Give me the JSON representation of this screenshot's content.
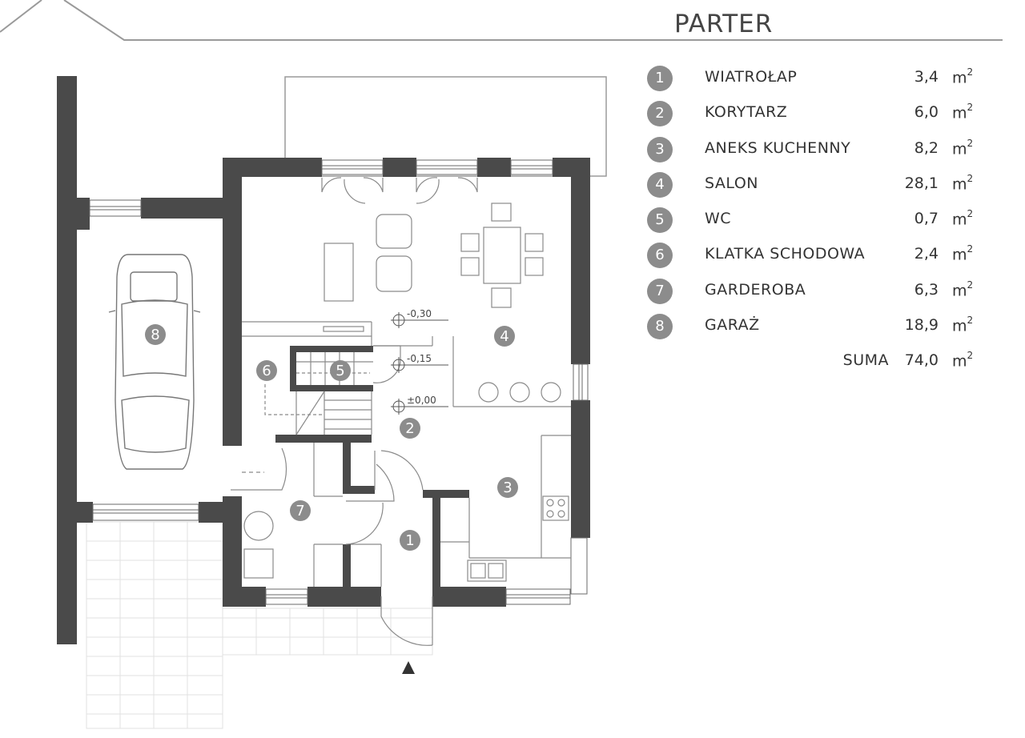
{
  "title": "PARTER",
  "rooms": [
    {
      "num": "1",
      "name": "WIATROŁAP",
      "area": "3,4"
    },
    {
      "num": "2",
      "name": "KORYTARZ",
      "area": "6,0"
    },
    {
      "num": "3",
      "name": "ANEKS KUCHENNY",
      "area": "8,2"
    },
    {
      "num": "4",
      "name": "SALON",
      "area": "28,1"
    },
    {
      "num": "5",
      "name": "WC",
      "area": "0,7"
    },
    {
      "num": "6",
      "name": "KLATKA SCHODOWA",
      "area": "2,4"
    },
    {
      "num": "7",
      "name": "GARDEROBA",
      "area": "6,3"
    },
    {
      "num": "8",
      "name": "GARAŻ",
      "area": "18,9"
    }
  ],
  "unit": "m",
  "unit_exp": "2",
  "sum_label": "SUMA",
  "sum_area": "74,0",
  "levels": {
    "salon": "-0,30",
    "wc": "-0,15",
    "hall": "±0,00"
  },
  "colors": {
    "wall": "#4a4a4a",
    "badge": "#8c8c8c",
    "line": "#9a9a9a"
  }
}
